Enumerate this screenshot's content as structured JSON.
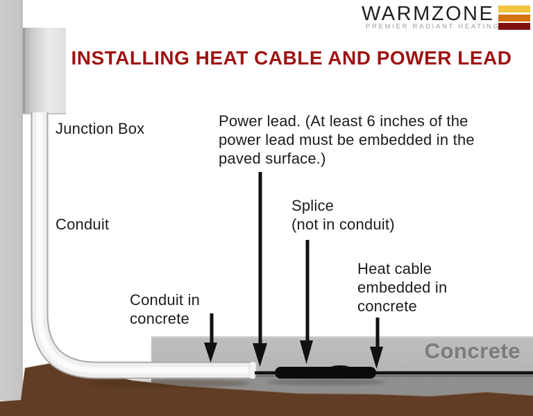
{
  "logo": {
    "name": "WARMZONE",
    "tagline": "PREMIER RADIANT HEATING",
    "bar_colors": [
      "#F2C440",
      "#D4740E",
      "#7D100D"
    ]
  },
  "title": {
    "text": "INSTALLING HEAT CABLE AND POWER LEAD",
    "color": "#9D1313"
  },
  "labels": {
    "junction_box": "Junction Box",
    "power_lead": "Power lead. (At least 6 inches of the\npower lead must be embedded in the\npaved surface.)",
    "conduit": "Conduit",
    "splice": "Splice\n(not in conduit)",
    "heat_cable": "Heat cable\nembedded in\nconcrete",
    "conduit_in_concrete": "Conduit in\nconcrete",
    "concrete": "Concrete"
  },
  "colors": {
    "wall": "#D5D5D3",
    "junction_box": "#E6E6E6",
    "conduit_tube": "#EFEFEF",
    "dirt": "#8F5C36",
    "concrete_light": "#C9C9C9",
    "concrete_dark": "#9B9B9B",
    "cable": "#0C0C0C",
    "arrow": "#111111"
  }
}
